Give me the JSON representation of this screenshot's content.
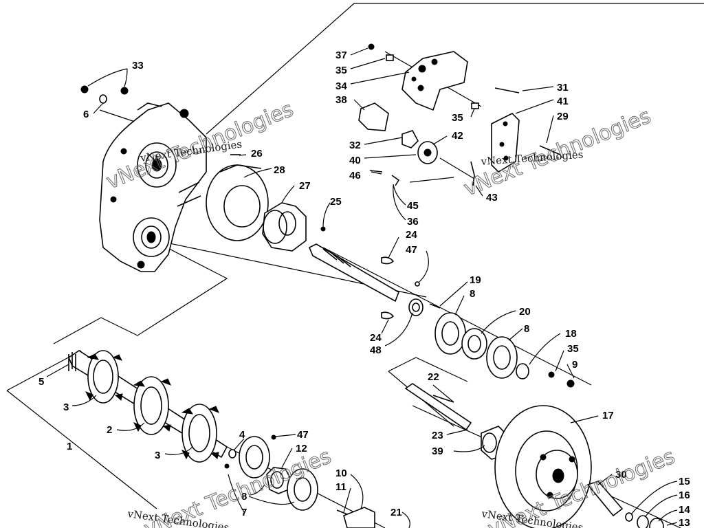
{
  "watermarks": {
    "brand": "vNext Technologies",
    "big": "vNext Technologies"
  },
  "callouts": [
    "33",
    "6",
    "26",
    "28",
    "27",
    "25",
    "37",
    "35",
    "34",
    "31",
    "38",
    "35",
    "41",
    "29",
    "42",
    "32",
    "40",
    "46",
    "45",
    "36",
    "43",
    "24",
    "47",
    "19",
    "8",
    "20",
    "8",
    "18",
    "35",
    "9",
    "24",
    "48",
    "5",
    "3",
    "2",
    "3",
    "1",
    "22",
    "17",
    "4",
    "47",
    "12",
    "23",
    "39",
    "10",
    "11",
    "8",
    "7",
    "21",
    "30",
    "15",
    "16",
    "14",
    "13"
  ]
}
